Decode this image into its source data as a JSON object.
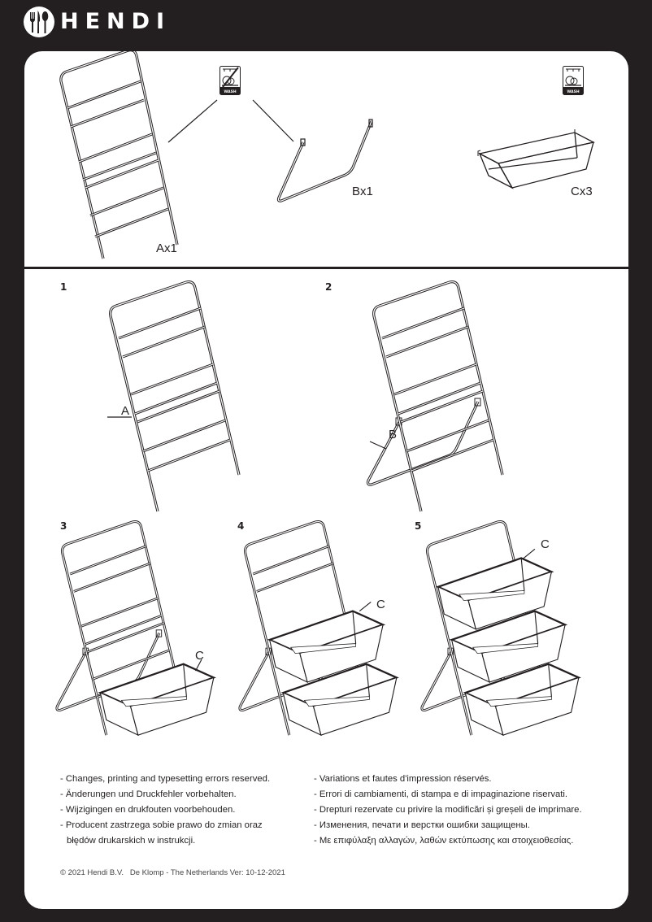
{
  "header": {
    "brand": "HENDI",
    "logo_icon": "cutlery-circle-icon"
  },
  "parts": {
    "a": {
      "label": "Ax1"
    },
    "b": {
      "label": "Bx1"
    },
    "c": {
      "label": "Cx3"
    },
    "wash_icon_label": "WASH",
    "icons": [
      "no-dishwasher-icon",
      "dishwasher-safe-icon"
    ]
  },
  "steps": [
    {
      "number": "1",
      "callout": "A"
    },
    {
      "number": "2",
      "callout": "B"
    },
    {
      "number": "3",
      "callout": "C"
    },
    {
      "number": "4",
      "callout": "C"
    },
    {
      "number": "5",
      "callout": "C"
    }
  ],
  "disclaimers": {
    "left": [
      "- Changes, printing and typesetting errors reserved.",
      "- Änderungen und Druckfehler vorbehalten.",
      "- Wijzigingen en drukfouten voorbehouden.",
      "- Producent zastrzega sobie prawo do zmian oraz",
      "błędów drukarskich w instrukcji."
    ],
    "right": [
      "- Variations et fautes d'impression réservés.",
      "- Errori di cambiamenti, di stampa e di impaginazione riservati.",
      "- Drepturi rezervate cu privire la modificări și greșeli de imprimare.",
      "- Изменения, печати и верстки ошибки защищены.",
      "- Με επιφύλαξη αλλαγών, λαθών εκτύπωσης και στοιχειοθεσίας."
    ]
  },
  "footer": {
    "copyright": "© 2021 Hendi B.V.   De Klomp - The Netherlands Ver: 10-12-2021"
  },
  "colors": {
    "background": "#231f20",
    "sheet": "#ffffff",
    "ink": "#231f20"
  }
}
